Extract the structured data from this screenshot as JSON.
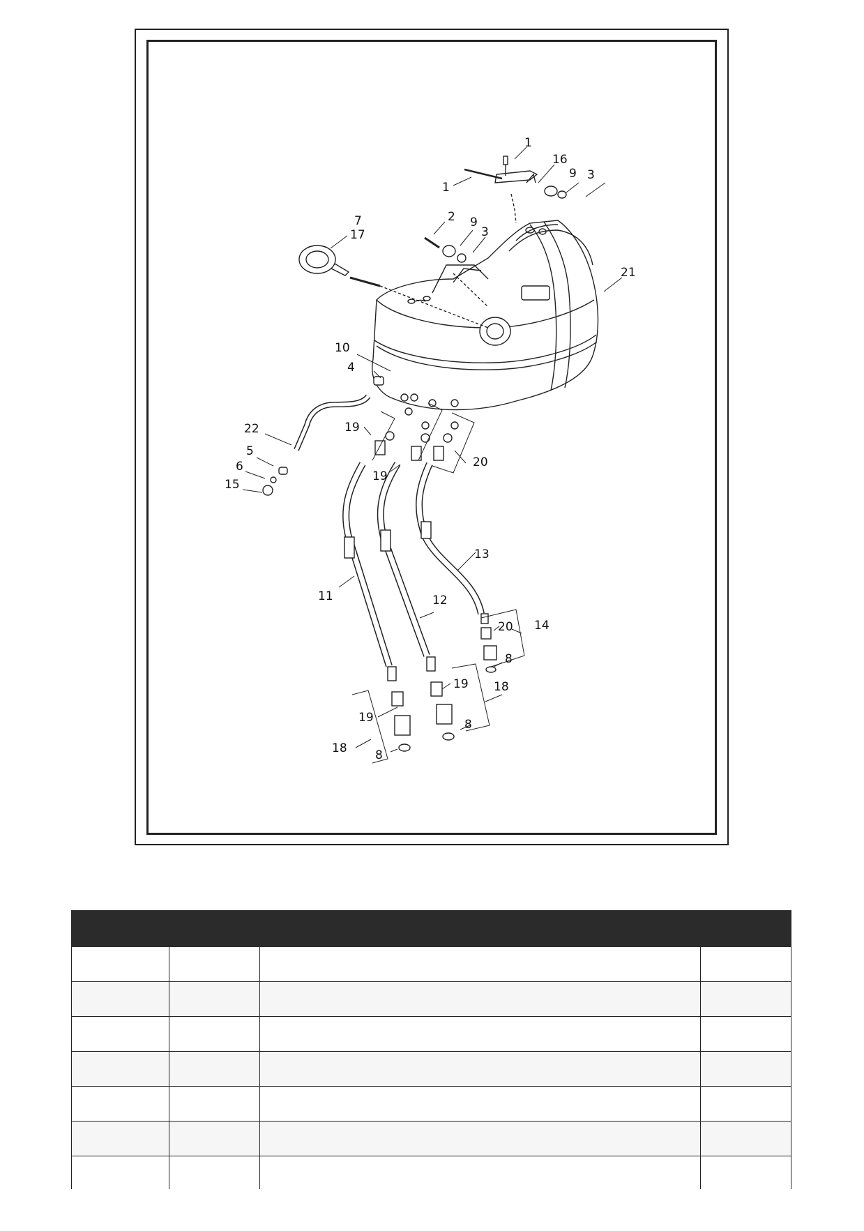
{
  "diagram": {
    "callouts": {
      "c1a": "1",
      "c1b": "1",
      "c16": "16",
      "c9a": "9",
      "c3a": "3",
      "c2": "2",
      "c9b": "9",
      "c3b": "3",
      "c7": "7",
      "c17": "17",
      "c21": "21",
      "c10": "10",
      "c4": "4",
      "c22": "22",
      "c19a": "19",
      "c5": "5",
      "c6": "6",
      "c15": "15",
      "c19b": "19",
      "c20a": "20",
      "c13": "13",
      "c11": "11",
      "c12": "12",
      "c20b": "20",
      "c14": "14",
      "c8a": "8",
      "c19c": "19",
      "c18a": "18",
      "c19d": "19",
      "c8b": "8",
      "c18b": "18",
      "c8c": "8"
    }
  },
  "parts_table": {
    "headers": [
      "",
      "",
      "",
      ""
    ],
    "rows": [
      [
        "",
        "",
        "",
        ""
      ],
      [
        "",
        "",
        "",
        ""
      ],
      [
        "",
        "",
        "",
        ""
      ],
      [
        "",
        "",
        "",
        ""
      ],
      [
        "",
        "",
        "",
        ""
      ],
      [
        "",
        "",
        "",
        ""
      ],
      [
        "",
        "",
        "",
        ""
      ]
    ]
  }
}
